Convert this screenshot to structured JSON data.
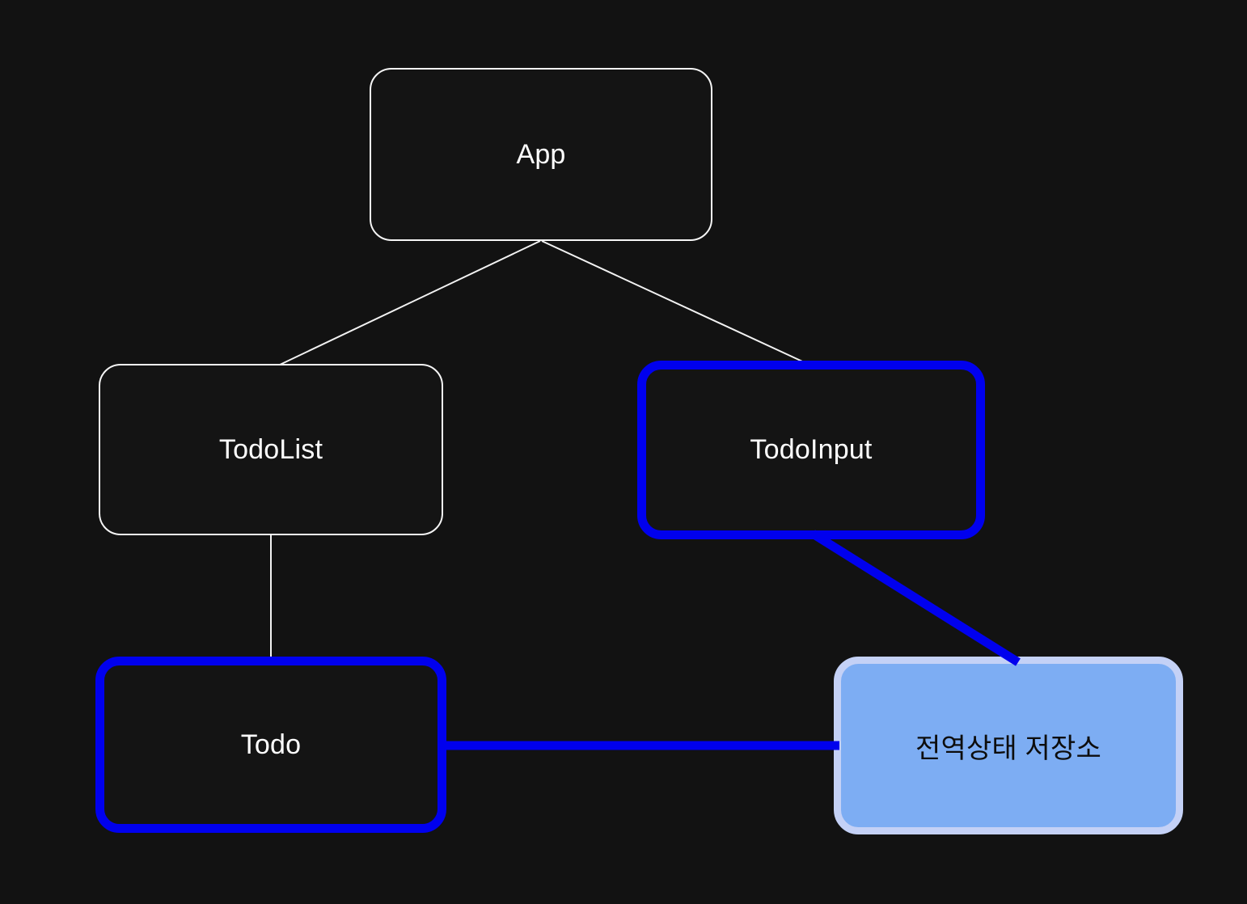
{
  "diagram": {
    "nodes": [
      {
        "id": "app",
        "label": "App",
        "kind": "component",
        "highlighted": false
      },
      {
        "id": "todolist",
        "label": "TodoList",
        "kind": "component",
        "highlighted": false
      },
      {
        "id": "todoinput",
        "label": "TodoInput",
        "kind": "component",
        "highlighted": true
      },
      {
        "id": "todo",
        "label": "Todo",
        "kind": "component",
        "highlighted": true
      },
      {
        "id": "store",
        "label": "전역상태 저장소",
        "kind": "global-state-store",
        "highlighted": true
      }
    ],
    "edges": [
      {
        "from": "App",
        "to": "TodoList",
        "style": "thin-white"
      },
      {
        "from": "App",
        "to": "TodoInput",
        "style": "thin-white"
      },
      {
        "from": "TodoList",
        "to": "Todo",
        "style": "thin-white"
      },
      {
        "from": "TodoInput",
        "to": "전역상태 저장소",
        "style": "thick-blue"
      },
      {
        "from": "Todo",
        "to": "전역상태 저장소",
        "style": "thick-blue"
      }
    ]
  },
  "colors": {
    "bg": "#121212",
    "node-fill": "#141414",
    "node-stroke": "#f5f5f5",
    "edge-white": "#f2f2f2",
    "accent-blue": "#0000ee",
    "store-fill": "#7dadf3",
    "store-border": "#c4d1f6",
    "text-light": "#ffffff",
    "text-dark": "#0d0d0d"
  }
}
